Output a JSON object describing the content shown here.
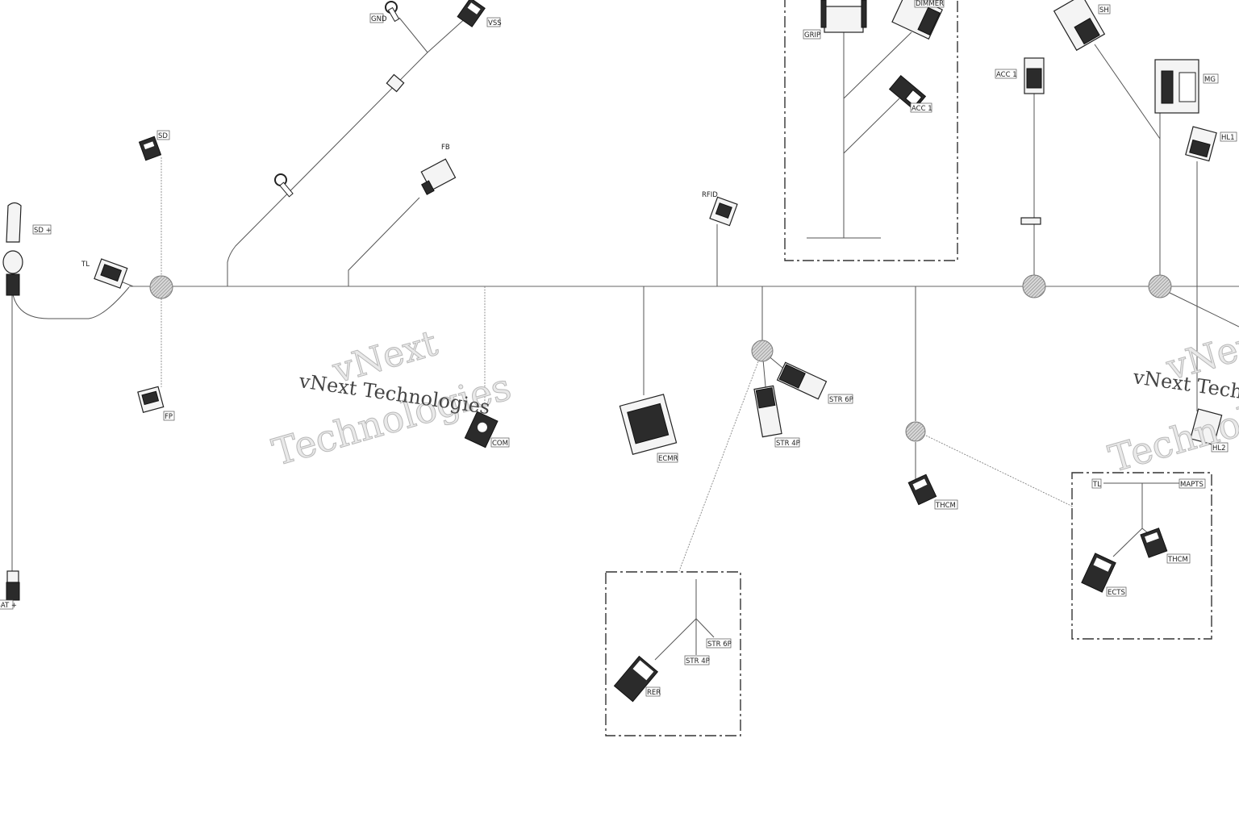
{
  "labels": {
    "gnd": "GND",
    "vss": "VSS",
    "sd": "SD",
    "fb": "FB",
    "sd_plus": "SD +",
    "tl_left": "TL",
    "fp": "FP",
    "com": "COM",
    "ecmr": "ECMR",
    "rfid": "RFID",
    "grip": "GRIP",
    "dimmer": "DIMMER",
    "acc1_box": "ACC 1",
    "acc1": "ACC 1",
    "sh": "SH",
    "mg": "MG",
    "hl1": "HL1",
    "hl2": "HL2",
    "str6p": "STR 6P",
    "str4p": "STR 4P",
    "thcm": "THCM",
    "tl_box": "TL",
    "mapts": "MAPTS",
    "thcm_box": "THCM",
    "ects": "ECTS",
    "str6p_box": "STR 6P",
    "str4p_box": "STR 4P",
    "rer": "RER",
    "bat": "BAT +"
  },
  "watermark": {
    "line1": "vNext",
    "line2": "Technologies",
    "inline": "vNext Technologies"
  },
  "colors": {
    "wire": "#555555",
    "junction": "#9a9a9a",
    "watermark_outline": "#b9b9b9"
  }
}
